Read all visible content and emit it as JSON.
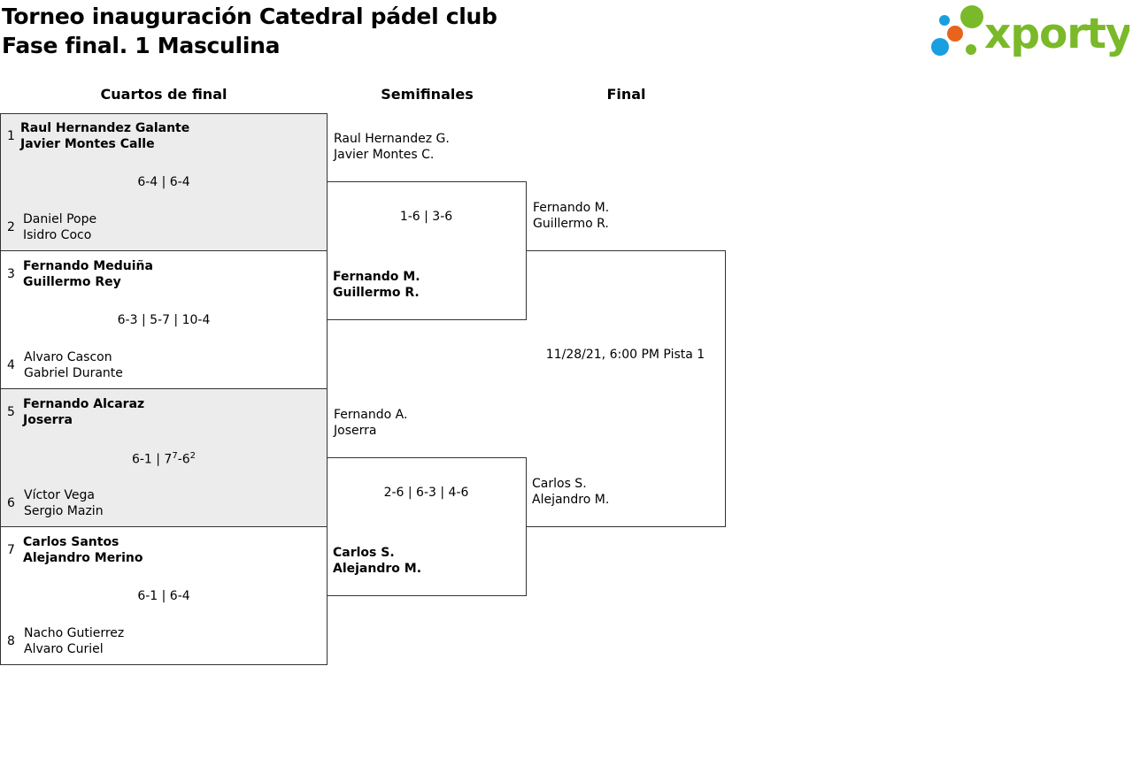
{
  "header": {
    "title_line1": "Torneo inauguración Catedral pádel club",
    "title_line2": "Fase final. 1 Masculina"
  },
  "logo": {
    "text": "xporty",
    "colors": {
      "green": "#7ab929",
      "blue": "#1a9fe0",
      "orange": "#e8641c"
    }
  },
  "rounds": {
    "qf": "Cuartos de final",
    "sf": "Semifinales",
    "final": "Final"
  },
  "quarterfinals": [
    {
      "seed_a": "1",
      "a1": "Raul Hernandez Galante",
      "a2": "Javier Montes Calle",
      "score": "6-4 | 6-4",
      "seed_b": "2",
      "b1": "Daniel Pope",
      "b2": "Isidro Coco"
    },
    {
      "seed_a": "3",
      "a1": "Fernando Meduiña",
      "a2": "Guillermo Rey",
      "score": "6-3 | 5-7 | 10-4",
      "seed_b": "4",
      "b1": "Alvaro Cascon",
      "b2": "Gabriel Durante"
    },
    {
      "seed_a": "5",
      "a1": "Fernando Alcaraz",
      "a2": "Joserra",
      "score_pre": "6-1 | 7",
      "score_sup1": "7",
      "score_mid": "-6",
      "score_sup2": "2",
      "seed_b": "6",
      "b1": "Víctor Vega",
      "b2": "Sergio Mazin"
    },
    {
      "seed_a": "7",
      "a1": "Carlos Santos",
      "a2": "Alejandro Merino",
      "score": "6-1 | 6-4",
      "seed_b": "8",
      "b1": "Nacho Gutierrez",
      "b2": "Alvaro Curiel"
    }
  ],
  "semifinals": [
    {
      "a1": "Raul Hernandez G.",
      "a2": "Javier Montes C.",
      "score": "1-6 | 3-6",
      "b1": "Fernando M.",
      "b2": "Guillermo R."
    },
    {
      "a1": "Fernando A.",
      "a2": "Joserra",
      "score": "2-6 | 6-3 | 4-6",
      "b1": "Carlos S.",
      "b2": "Alejandro M."
    }
  ],
  "final": {
    "a1": "Fernando M.",
    "a2": "Guillermo R.",
    "schedule": "11/28/21, 6:00 PM Pista 1",
    "b1": "Carlos S.",
    "b2": "Alejandro M."
  }
}
